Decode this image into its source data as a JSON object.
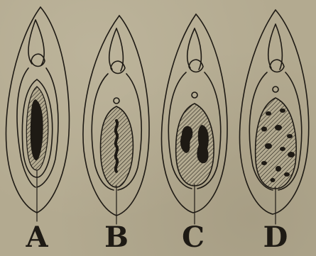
{
  "figures": [
    {
      "id": "A",
      "label": "A",
      "lesion": "dark-elongated-patch"
    },
    {
      "id": "B",
      "label": "B",
      "lesion": "wavy-line"
    },
    {
      "id": "C",
      "label": "C",
      "lesion": "two-dark-blotches"
    },
    {
      "id": "D",
      "label": "D",
      "lesion": "scattered-spots"
    }
  ],
  "colors": {
    "paper": "#b3aa90",
    "ink": "#1e1a14"
  }
}
